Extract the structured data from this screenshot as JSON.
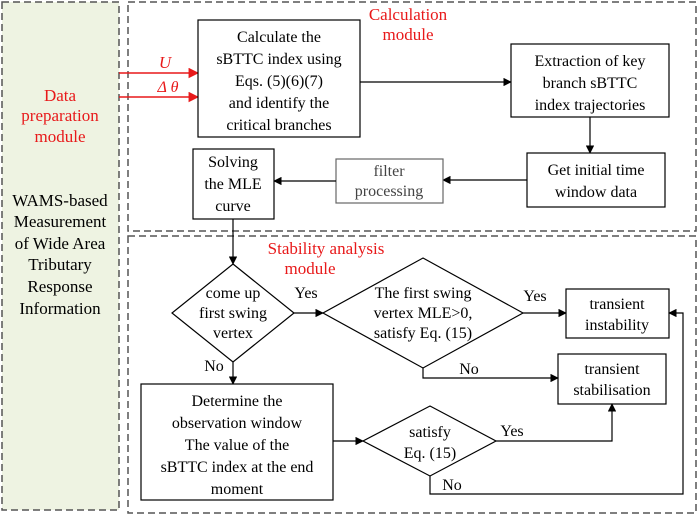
{
  "modules": {
    "data_prep": {
      "title_line1": "Data",
      "title_line2": "preparation",
      "title_line3": "module",
      "wams_lines": [
        "WAMS-based",
        "Measurement",
        "of Wide Area",
        "Tributary",
        "Response",
        "Information"
      ]
    },
    "calculation": {
      "title_line1": "Calculation",
      "title_line2": "module"
    },
    "stability": {
      "title_line1": "Stability analysis",
      "title_line2": "module"
    }
  },
  "inputs": {
    "u": "U",
    "delta_theta": "Δ θ"
  },
  "boxes": {
    "calc_index": [
      "Calculate the",
      "sBTTC index using",
      "Eqs. (5)(6)(7)",
      "and identify the",
      "critical branches"
    ],
    "extraction": [
      "Extraction of key",
      "branch sBTTC",
      "index trajectories"
    ],
    "initial_window": [
      "Get initial time",
      "window data"
    ],
    "filter": [
      "filter",
      "processing"
    ],
    "solve_mle": [
      "Solving",
      "the MLE",
      "curve"
    ],
    "observation": [
      "Determine the",
      "observation window",
      "The value of the",
      "sBTTC index at the end",
      "moment"
    ],
    "transient_instability": [
      "transient",
      "instability"
    ],
    "transient_stabilisation": [
      "transient",
      "stabilisation"
    ]
  },
  "decisions": {
    "first_swing": [
      "come up",
      "first swing",
      "vertex"
    ],
    "mle_positive": [
      "The first swing",
      "vertex MLE>0,",
      "satisfy Eq. (15)"
    ],
    "satisfy_eq": [
      "satisfy",
      "Eq. (15)"
    ]
  },
  "edge_labels": {
    "yes": "Yes",
    "no": "No"
  },
  "colors": {
    "prep_fill": "#eef3e2",
    "accent_red": "#e8191a",
    "line": "#000000",
    "filter_text": "#444444",
    "dash": "#555555"
  }
}
